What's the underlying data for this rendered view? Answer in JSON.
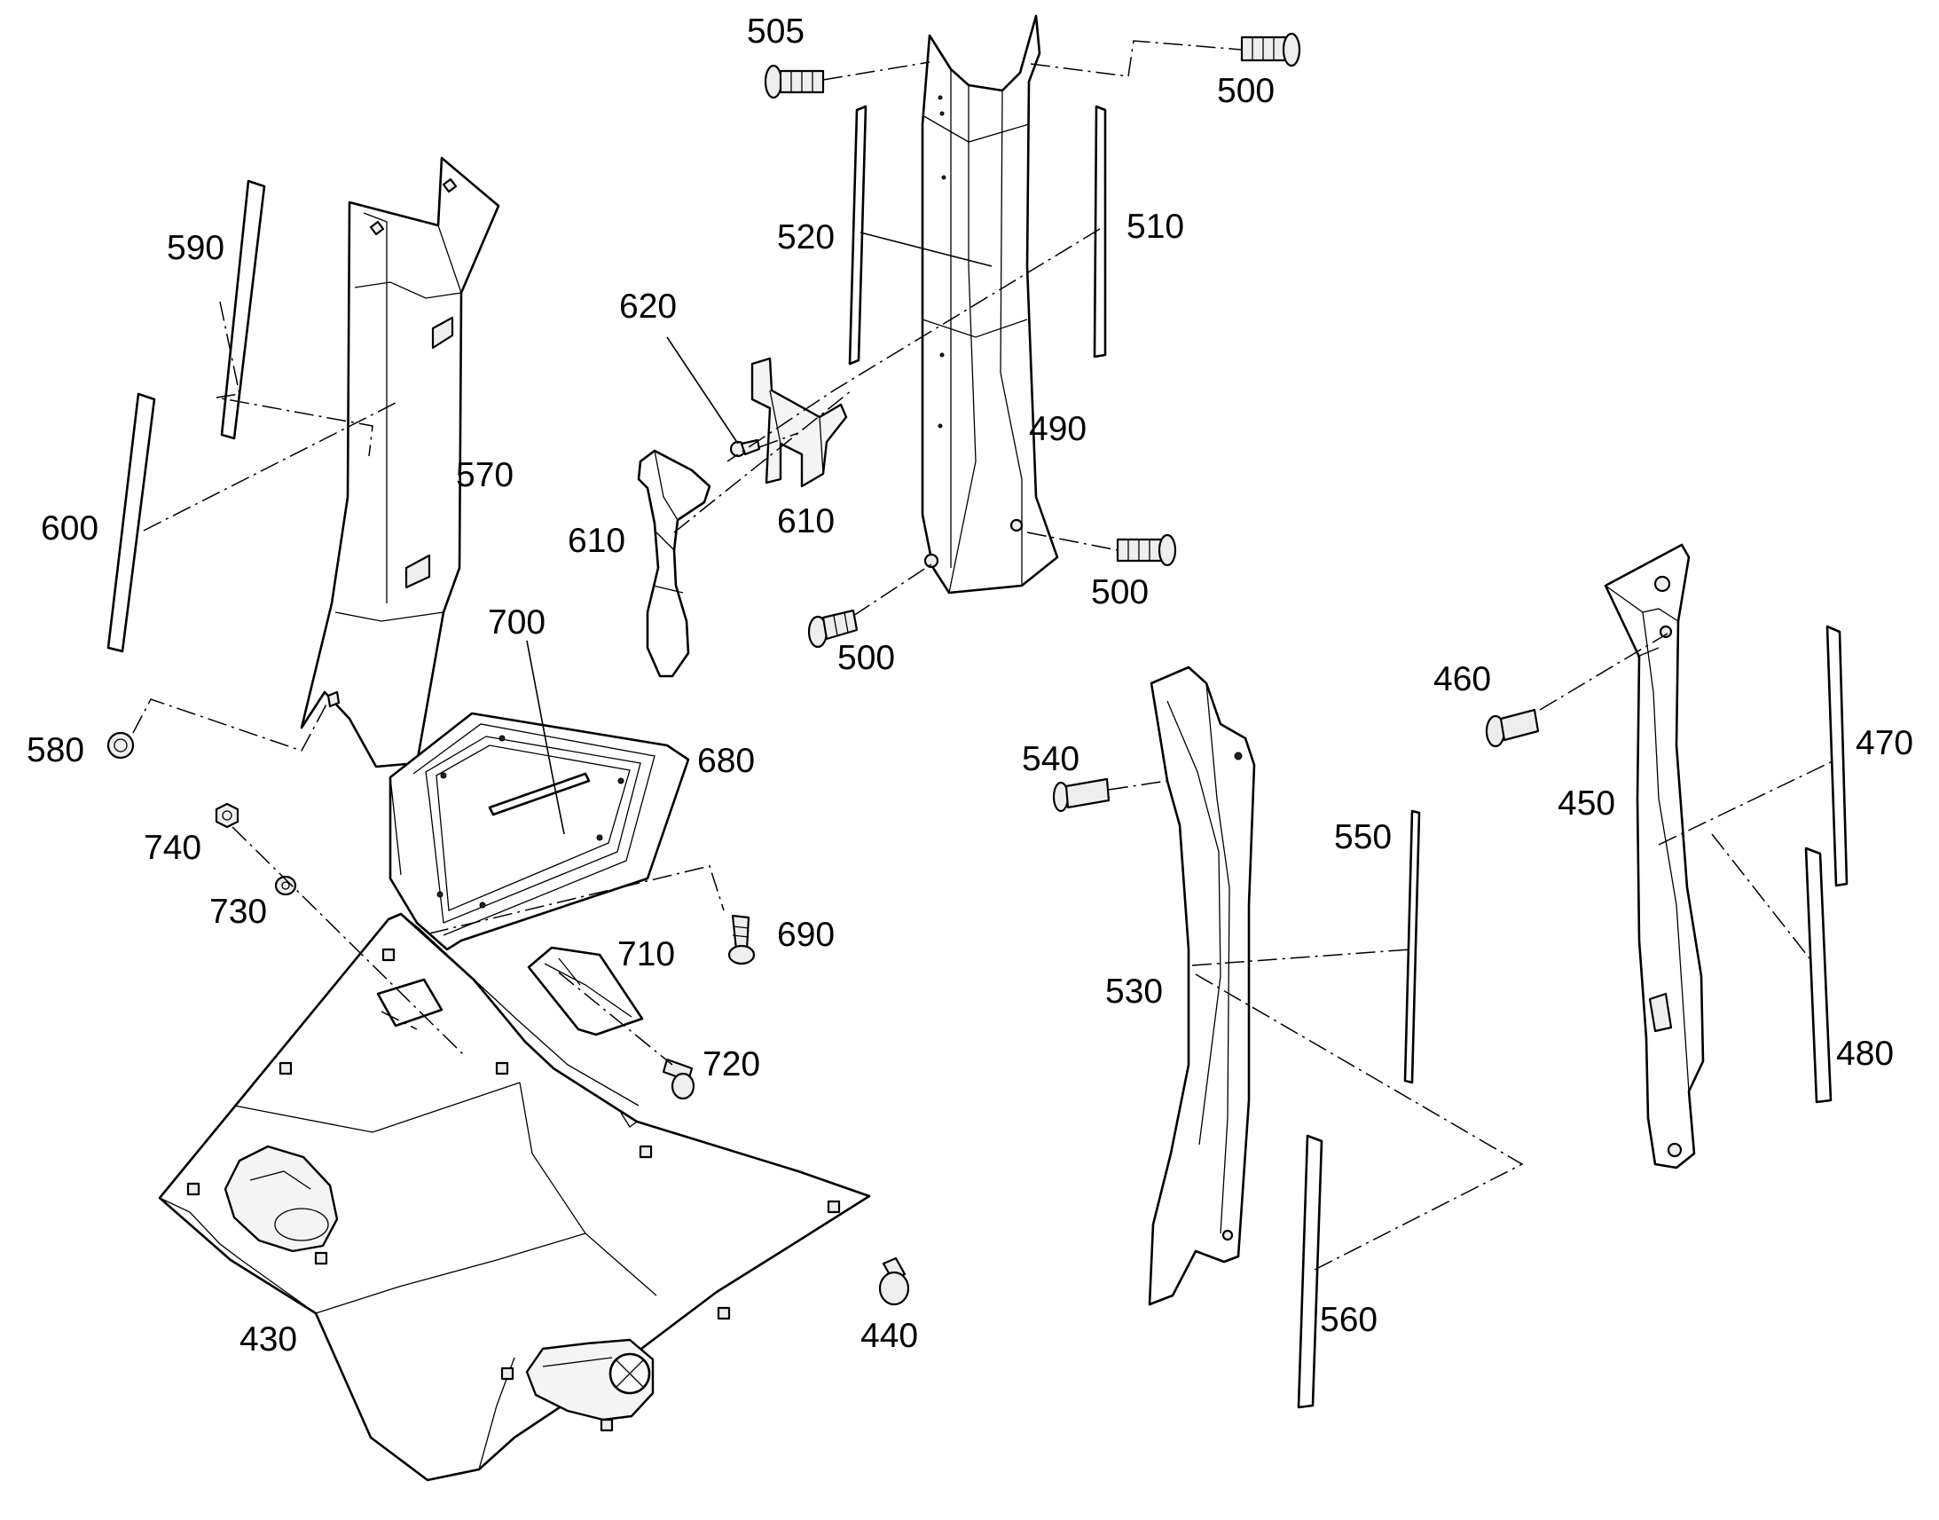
{
  "callouts": [
    {
      "id": "505",
      "text": "505"
    },
    {
      "id": "500a",
      "text": "500"
    },
    {
      "id": "520",
      "text": "520"
    },
    {
      "id": "510",
      "text": "510"
    },
    {
      "id": "590",
      "text": "590"
    },
    {
      "id": "620",
      "text": "620"
    },
    {
      "id": "490",
      "text": "490"
    },
    {
      "id": "570",
      "text": "570"
    },
    {
      "id": "600",
      "text": "600"
    },
    {
      "id": "610a",
      "text": "610"
    },
    {
      "id": "610b",
      "text": "610"
    },
    {
      "id": "500b",
      "text": "500"
    },
    {
      "id": "500c",
      "text": "500"
    },
    {
      "id": "700",
      "text": "700"
    },
    {
      "id": "580",
      "text": "580"
    },
    {
      "id": "680",
      "text": "680"
    },
    {
      "id": "460",
      "text": "460"
    },
    {
      "id": "470",
      "text": "470"
    },
    {
      "id": "540",
      "text": "540"
    },
    {
      "id": "450",
      "text": "450"
    },
    {
      "id": "550",
      "text": "550"
    },
    {
      "id": "740",
      "text": "740"
    },
    {
      "id": "730",
      "text": "730"
    },
    {
      "id": "690",
      "text": "690"
    },
    {
      "id": "710",
      "text": "710"
    },
    {
      "id": "530",
      "text": "530"
    },
    {
      "id": "480",
      "text": "480"
    },
    {
      "id": "720",
      "text": "720"
    },
    {
      "id": "430",
      "text": "430"
    },
    {
      "id": "440",
      "text": "440"
    },
    {
      "id": "560",
      "text": "560"
    }
  ],
  "colors": {
    "line": "#000000",
    "background": "#ffffff",
    "part_fill": "#ffffff"
  }
}
